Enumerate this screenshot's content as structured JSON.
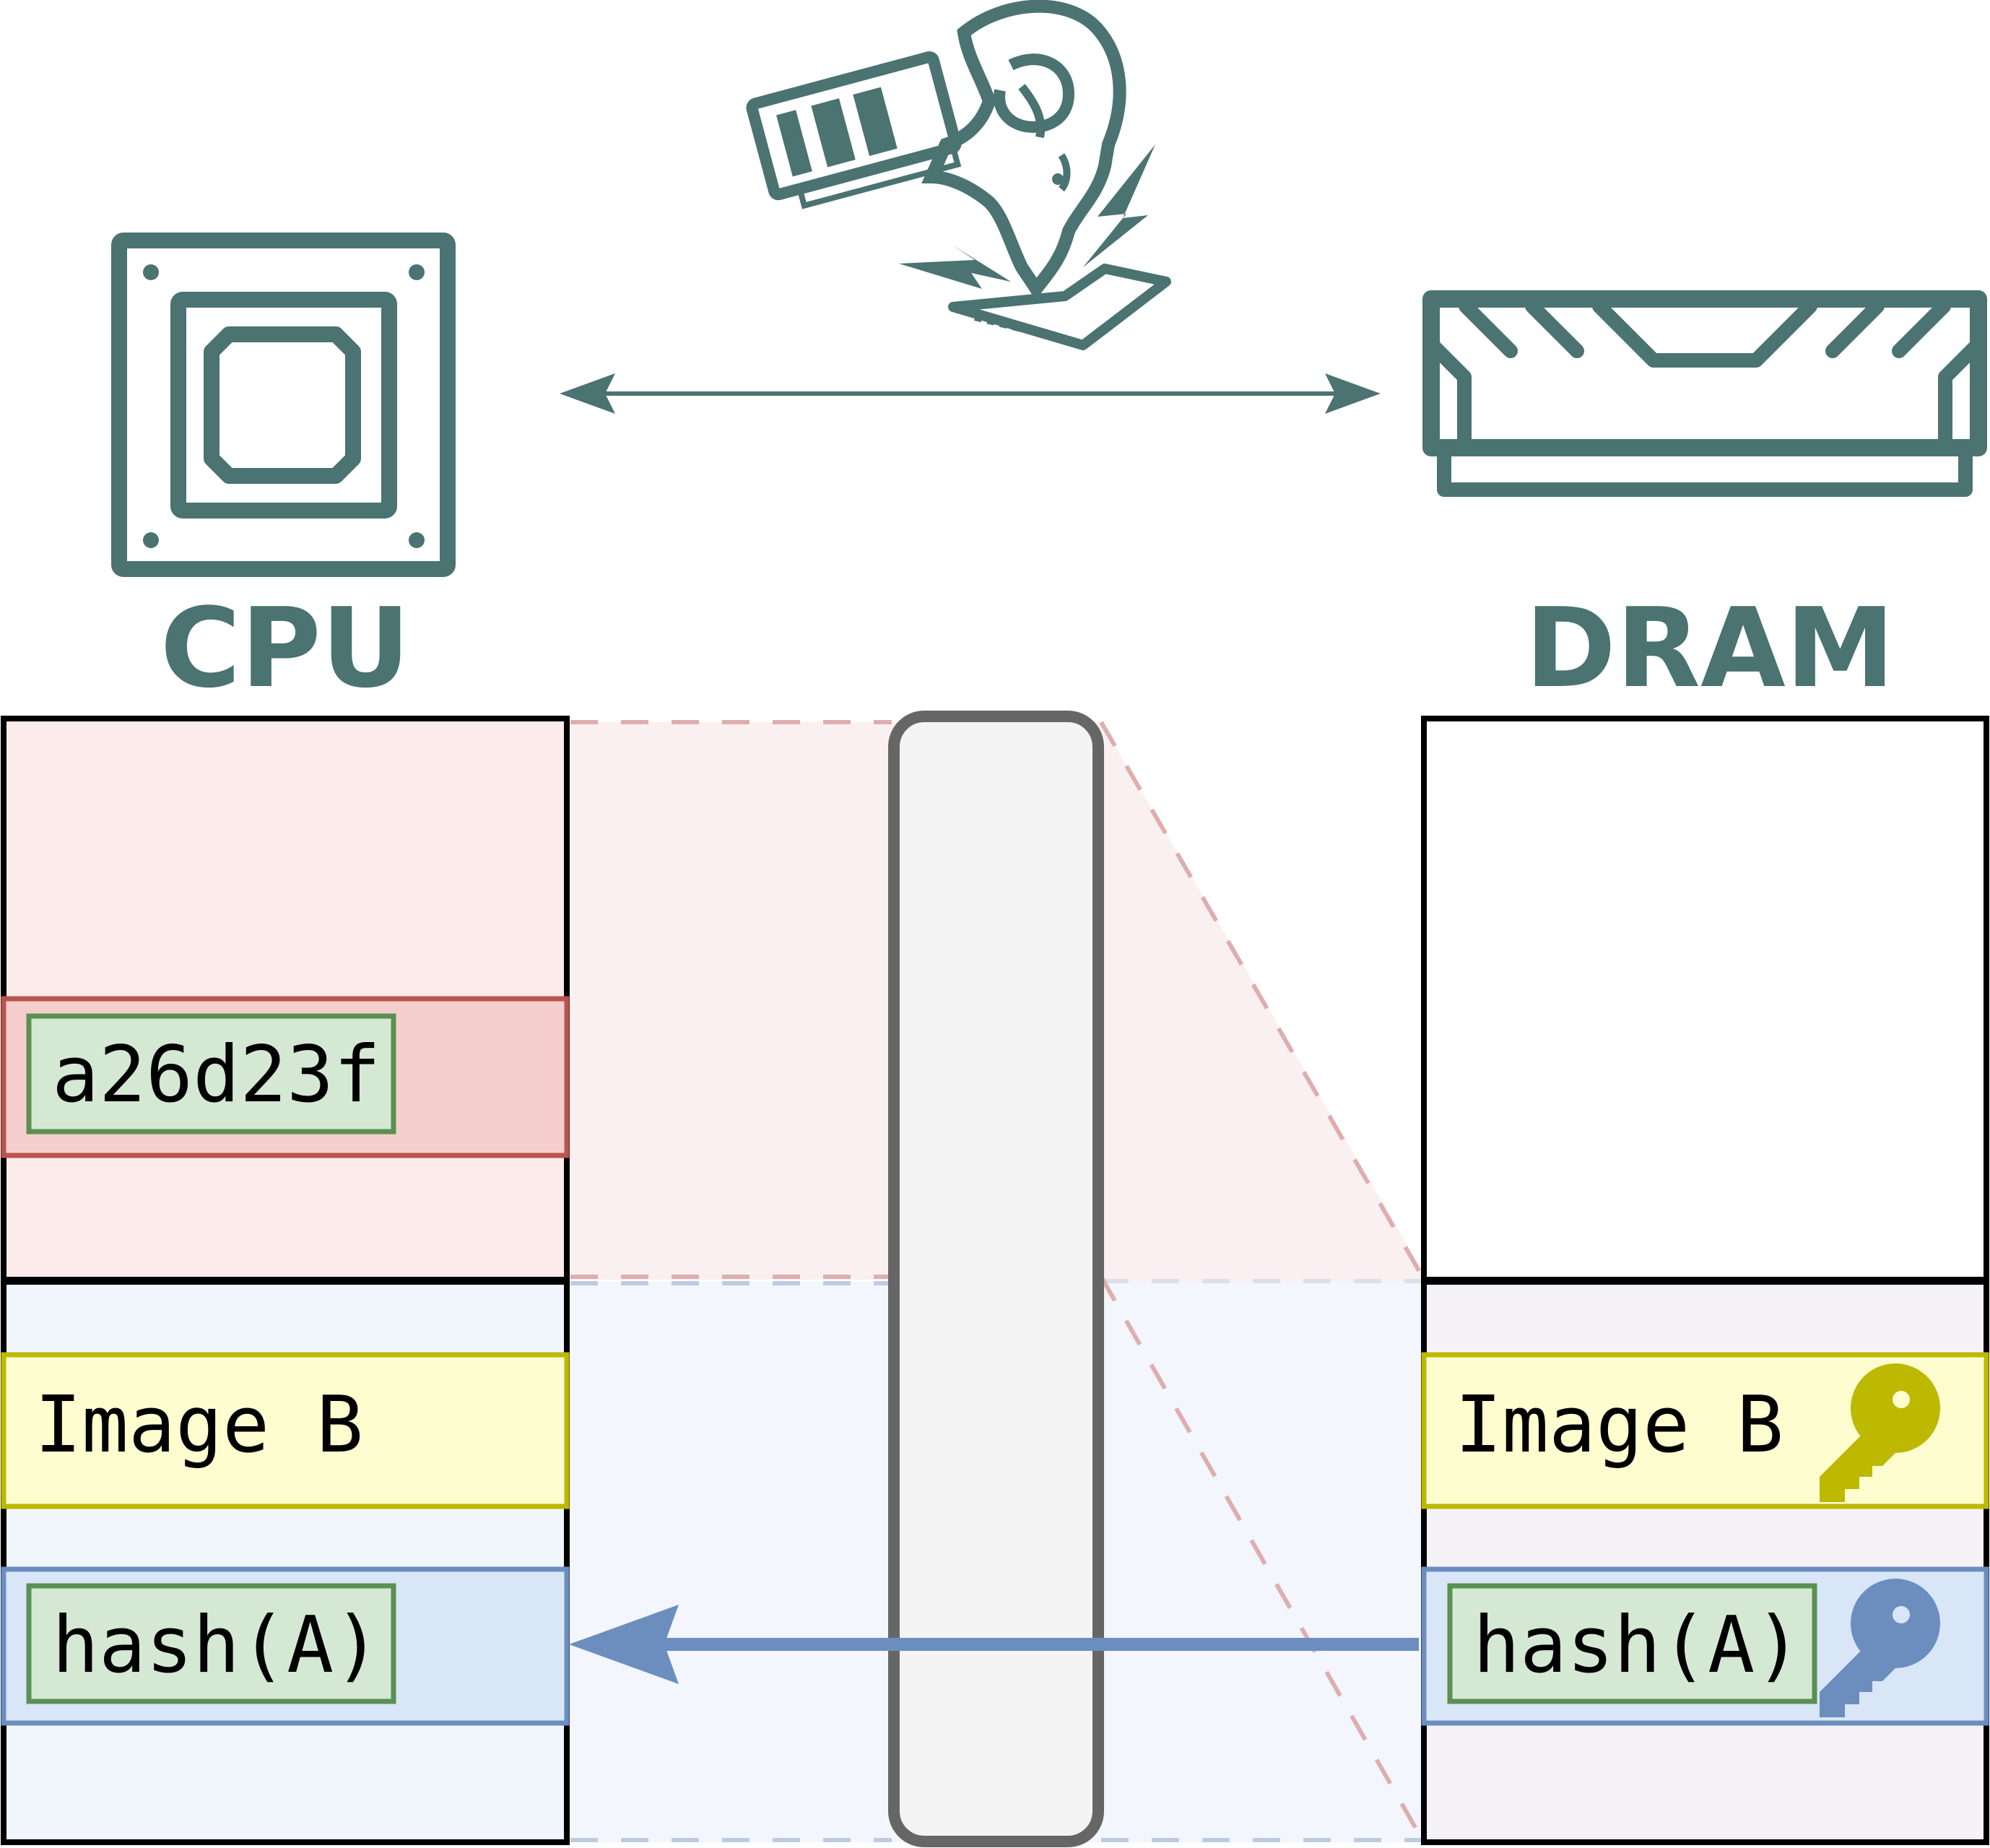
{
  "colors": {
    "accent": "#4a7372",
    "outline": "#000000",
    "red_region_fill": "#fbebeb",
    "red_row_fill": "#f6cecd",
    "red_row_stroke": "#b85450",
    "blue_region_fill": "#f1f6fd",
    "blue_row_fill": "#d9e6f7",
    "blue_row_stroke": "#6c8ebf",
    "yellow_row_fill": "#fefdd0",
    "yellow_row_stroke": "#bdb800",
    "green_box_fill": "#d5e8d4",
    "green_box_stroke": "#5a9052",
    "key_yellow": "#bdb800",
    "key_blue": "#6c8ebf",
    "cache_bar_fill": "#f4f4f4",
    "cache_bar_stroke": "#666666"
  },
  "labels": {
    "cpu": "CPU",
    "dram": "DRAM"
  },
  "cpu_side": {
    "secret_value": "a26d23f",
    "image_label": "Image B",
    "hash_label": "hash(A)"
  },
  "dram_side": {
    "image_label": "Image B",
    "hash_label": "hash(A)"
  },
  "icons": {
    "cpu": "cpu-chip-icon",
    "dram": "memory-module-icon",
    "attacker": "ram-mascot-icon",
    "image_key": "yellow-key-icon",
    "hash_key": "blue-key-icon",
    "bus": "double-arrow-icon",
    "transfer": "left-arrow-icon"
  }
}
